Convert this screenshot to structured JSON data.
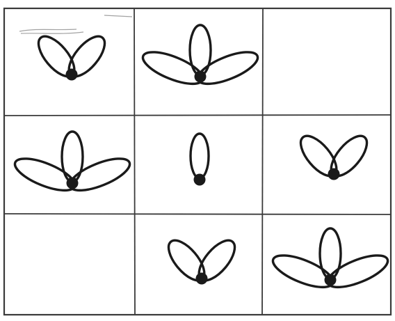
{
  "puzzle": {
    "rows": 3,
    "cols": 3,
    "cells": [
      {
        "row": 1,
        "col": 1,
        "figure": "two-petal-v"
      },
      {
        "row": 1,
        "col": 2,
        "figure": "three-petal"
      },
      {
        "row": 1,
        "col": 3,
        "figure": "empty"
      },
      {
        "row": 2,
        "col": 1,
        "figure": "three-petal"
      },
      {
        "row": 2,
        "col": 2,
        "figure": "one-petal"
      },
      {
        "row": 2,
        "col": 3,
        "figure": "two-petal-v"
      },
      {
        "row": 3,
        "col": 1,
        "figure": "empty"
      },
      {
        "row": 3,
        "col": 2,
        "figure": "two-petal-v"
      },
      {
        "row": 3,
        "col": 3,
        "figure": "three-petal"
      }
    ],
    "colors": {
      "line": "#1a1a1a",
      "grid": "#3a3a3a",
      "background": "#ffffff"
    }
  }
}
